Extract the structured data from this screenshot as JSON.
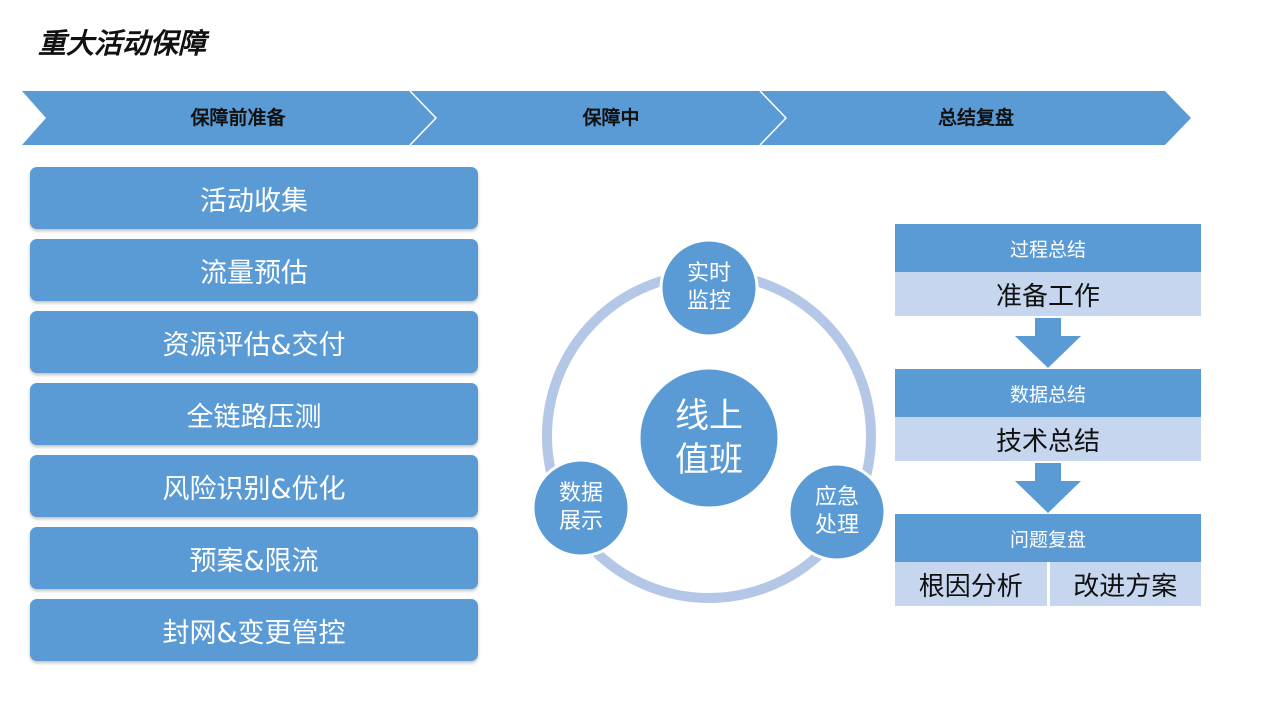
{
  "page": {
    "title": "重大活动保障"
  },
  "stages": [
    "保障前准备",
    "保障中",
    "总结复盘"
  ],
  "prep_items": [
    "活动收集",
    "流量预估",
    "资源评估&交付",
    "全链路压测",
    "风险识别&优化",
    "预案&限流",
    "封网&变更管控"
  ],
  "cycle": {
    "center": {
      "line1": "线上",
      "line2": "值班"
    },
    "nodes": [
      {
        "line1": "实时",
        "line2": "监控"
      },
      {
        "line1": "应急",
        "line2": "处理"
      },
      {
        "line1": "数据",
        "line2": "展示"
      }
    ]
  },
  "review": {
    "steps": [
      {
        "header": "过程总结",
        "body": "准备工作"
      },
      {
        "header": "数据总结",
        "body": "技术总结"
      },
      {
        "header": "问题复盘",
        "body_left": "根因分析",
        "body_right": "改进方案"
      }
    ]
  },
  "colors": {
    "primary": "#5b9bd5",
    "light": "#c5d6ee",
    "ring": "#b4c7e7"
  }
}
